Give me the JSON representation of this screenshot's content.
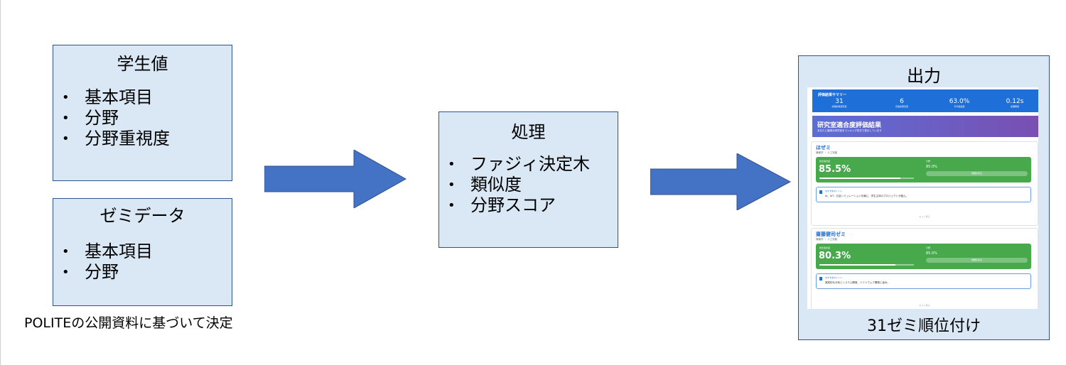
{
  "student_box": {
    "title": "学生値",
    "items": [
      "基本項目",
      "分野",
      "分野重視度"
    ]
  },
  "seminar_box": {
    "title": "ゼミデータ",
    "items": [
      "基本項目",
      "分野"
    ]
  },
  "caption": "POLITEの公開資料に基づいて決定",
  "process_box": {
    "title": "処理",
    "items": [
      "ファジィ決定木",
      "類似度",
      "分野スコア"
    ]
  },
  "output_box": {
    "title": "出力",
    "caption": "31ゼミ順位付け"
  },
  "output_screenshot": {
    "summary": {
      "title": "評価結果サマリー",
      "stats": [
        {
          "value": "31",
          "label": "評価対象研究室"
        },
        {
          "value": "6",
          "label": "高適合研究室"
        },
        {
          "value": "63.0%",
          "label": "平均適合度"
        },
        {
          "value": "0.12s",
          "label": "処理時間"
        }
      ]
    },
    "hero": {
      "title": "研究室適合度評価結果",
      "subtitle": "あなたに最適な研究室をランキング形式で表示しています"
    },
    "cards": [
      {
        "name": "ほぜミ",
        "sub": "情報学 ・ 人工知能",
        "score_label": "総合適合度",
        "score": "85.5%",
        "score_value": 0.855,
        "pct_label": "分野",
        "pct": "85.0%",
        "pill": "詳細を見る",
        "note_title": "おすすめポイント",
        "note_body": "AI、IoT、社会シミュレーションを軸に、学生主体のプロジェクトが盛ん。",
        "more": "もっと見る"
      },
      {
        "name": "齋藤健司ゼミ",
        "sub": "情報学 ・ 人工知能",
        "score_label": "総合適合度",
        "score": "80.3%",
        "score_value": 0.803,
        "pct_label": "分野",
        "pct": "85.0%",
        "pill": "詳細を見る",
        "note_title": "おすすめポイント",
        "note_body": "実践的な分析とシステム開発、ソフトウェア開発に強み。",
        "more": "もっと見る"
      }
    ]
  },
  "colors": {
    "box_fill": "#dae8f5",
    "box_border": "#2f528f",
    "arrow": "#4472c4"
  }
}
